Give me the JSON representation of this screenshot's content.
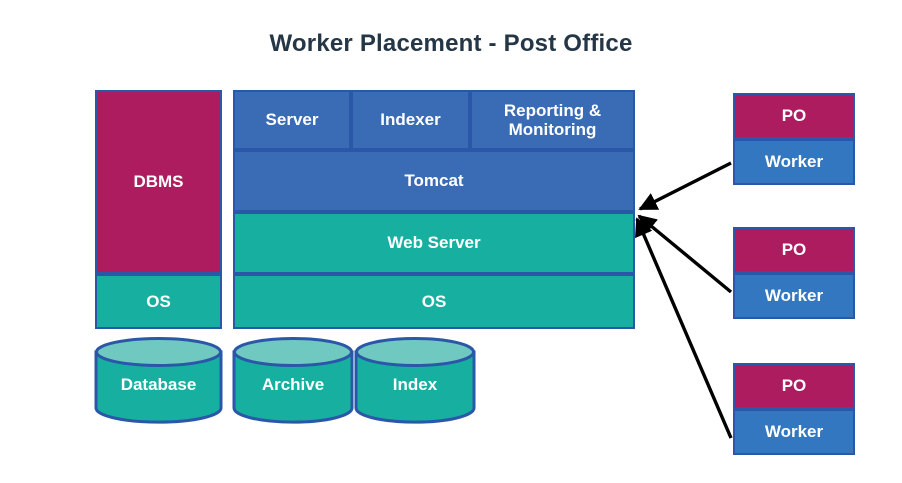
{
  "title": "Worker Placement - Post Office",
  "colors": {
    "magenta": "#AD1C5F",
    "blue": "#3A6CB5",
    "teal": "#17B0A0",
    "worker_blue": "#3277C0",
    "border": "#2B57A8",
    "title_text": "#253746",
    "cylinder_top": "#6FC9C0",
    "arrow": "#000000",
    "background": "#FFFFFF"
  },
  "db_stack": {
    "dbms_label": "DBMS",
    "os_label": "OS",
    "cylinder_label": "Database"
  },
  "app_stack": {
    "top_row": [
      {
        "label": "Server"
      },
      {
        "label": "Indexer"
      },
      {
        "label": "Reporting & Monitoring"
      }
    ],
    "tomcat_label": "Tomcat",
    "web_server_label": "Web Server",
    "os_label": "OS",
    "cylinders": [
      {
        "label": "Archive"
      },
      {
        "label": "Index"
      }
    ]
  },
  "workers": [
    {
      "po_label": "PO",
      "worker_label": "Worker"
    },
    {
      "po_label": "PO",
      "worker_label": "Worker"
    },
    {
      "po_label": "PO",
      "worker_label": "Worker"
    }
  ]
}
